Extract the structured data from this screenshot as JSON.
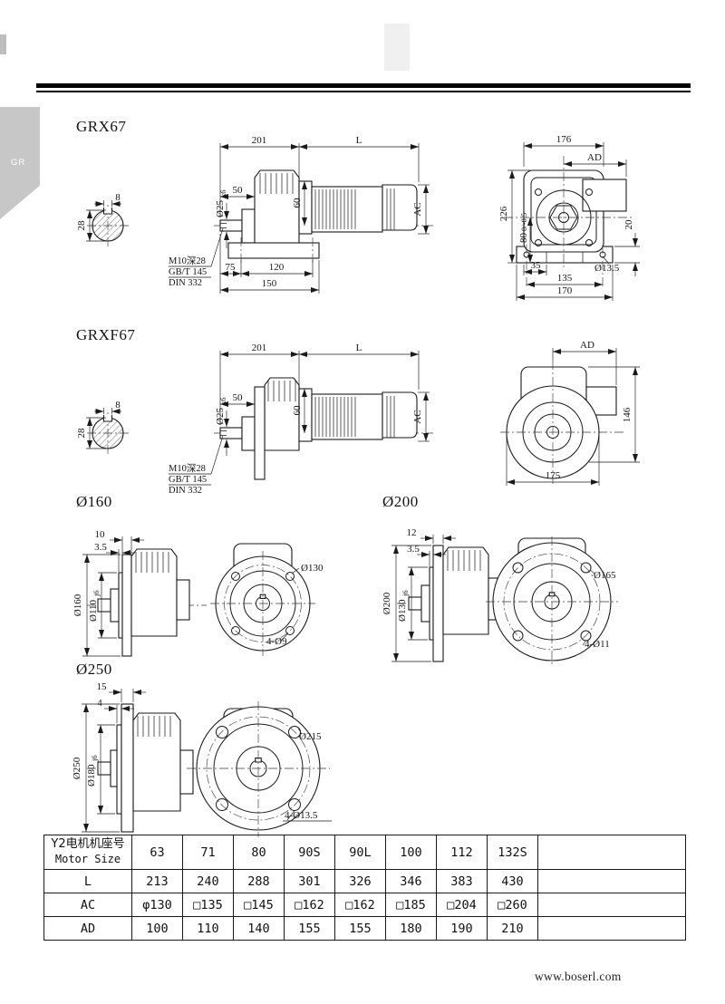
{
  "page": {
    "tab_label": "GR",
    "footer": "www.boserl.com"
  },
  "grx67": {
    "title": "GRX67",
    "dim_key_width": "8",
    "dim_28": "28",
    "dim_201": "201",
    "dim_L": "L",
    "dim_50": "50",
    "shaft_dia": "Ø25",
    "shaft_dia_tol": "k6",
    "dim_60": "60",
    "dim_AC": "AC",
    "note_tap": "M10深28",
    "note_std1": "GB/T 145",
    "note_std2": "DIN 332",
    "dim_75": "75",
    "dim_120": "120",
    "dim_150": "150",
    "dim_176": "176",
    "dim_AD": "AD",
    "dim_226": "226",
    "dim_80": "80",
    "dim_80_tol": "0/-0.5",
    "dim_20": "20",
    "dim_35": "35",
    "dim_135": "135",
    "dim_170": "170",
    "dim_foot_holes": "Ø13.5"
  },
  "grxf67": {
    "title": "GRXF67",
    "dim_key_width": "8",
    "dim_28": "28",
    "dim_201": "201",
    "dim_L": "L",
    "dim_50": "50",
    "shaft_dia": "Ø25",
    "shaft_dia_tol": "k6",
    "dim_60": "60",
    "dim_AC": "AC",
    "note_tap": "M10深28",
    "note_std1": "GB/T 145",
    "note_std2": "DIN 332",
    "dim_AD": "AD",
    "dim_146": "146",
    "dim_175": "175"
  },
  "flange160": {
    "title": "Ø160",
    "dim_thickness": "10",
    "dim_spigot_depth": "3.5",
    "dim_od": "Ø160",
    "dim_pilot": "Ø110",
    "dim_pilot_tol": "j6",
    "dim_bolt_circle": "Ø130",
    "dim_holes": "4-Ø9"
  },
  "flange200": {
    "title": "Ø200",
    "dim_thickness": "12",
    "dim_spigot_depth": "3.5",
    "dim_od": "Ø200",
    "dim_pilot": "Ø130",
    "dim_pilot_tol": "j6",
    "dim_bolt_circle": "Ø165",
    "dim_holes": "4-Ø11"
  },
  "flange250": {
    "title": "Ø250",
    "dim_thickness": "15",
    "dim_spigot_depth": "4",
    "dim_od": "Ø250",
    "dim_pilot": "Ø180",
    "dim_pilot_tol": "j6",
    "dim_bolt_circle": "Ø215",
    "dim_holes": "4-Ø13.5"
  },
  "table": {
    "motor_size_label_cn": "Y2电机机座号",
    "motor_size_label_en": "Motor Size",
    "columns": [
      "63",
      "71",
      "80",
      "90S",
      "90L",
      "100",
      "112",
      "132S"
    ],
    "rows": [
      {
        "label": "L",
        "values": [
          "213",
          "240",
          "288",
          "301",
          "326",
          "346",
          "383",
          "430"
        ]
      },
      {
        "label": "AC",
        "values": [
          "φ130",
          "□135",
          "□145",
          "□162",
          "□162",
          "□185",
          "□204",
          "□260"
        ]
      },
      {
        "label": "AD",
        "values": [
          "100",
          "110",
          "140",
          "155",
          "155",
          "180",
          "190",
          "210"
        ]
      }
    ]
  }
}
